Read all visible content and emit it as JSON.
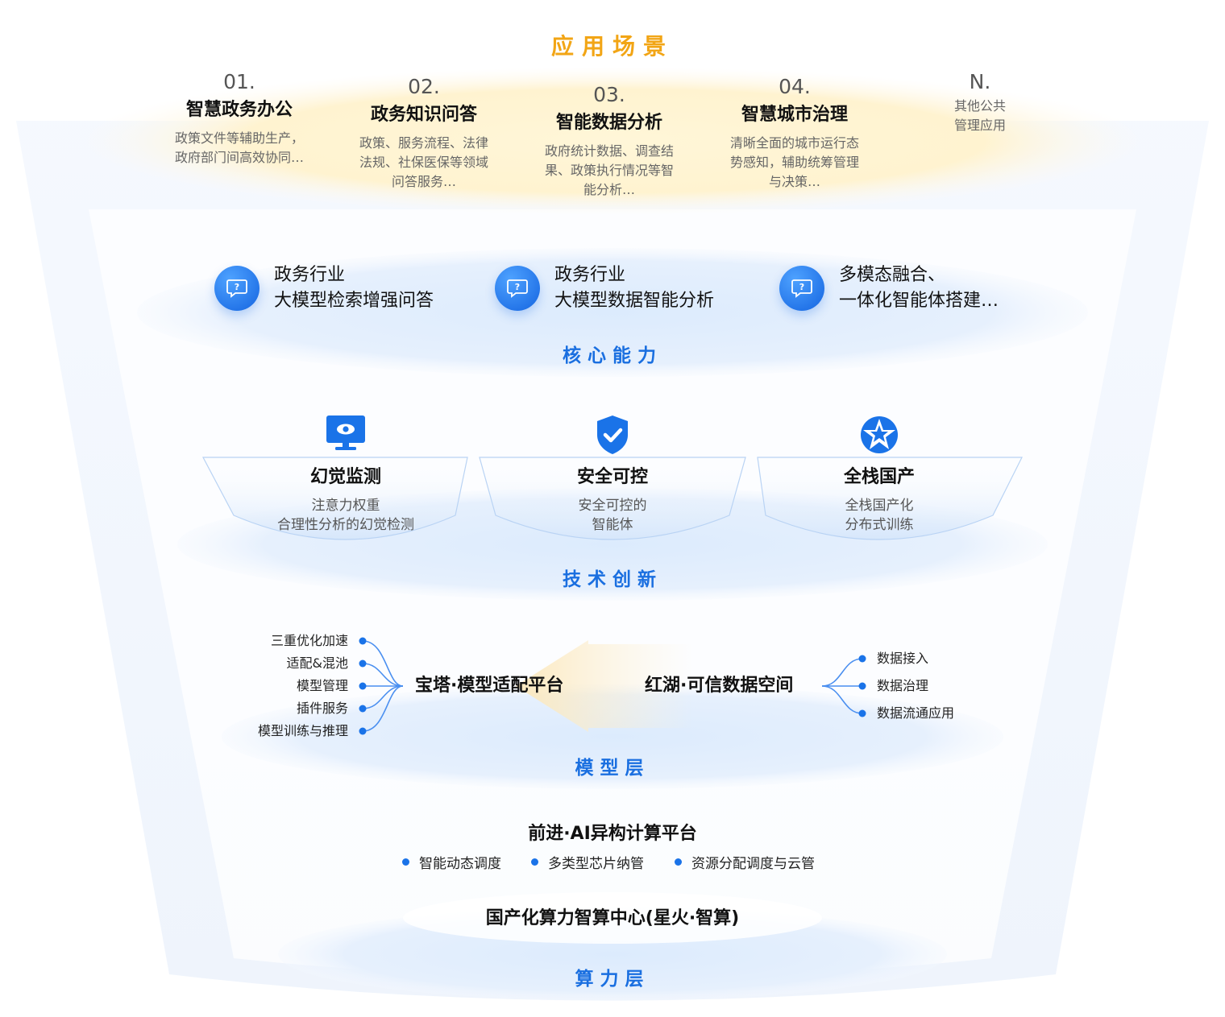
{
  "scenes": {
    "title": "应用场景",
    "items": [
      {
        "num": "01.",
        "title": "智慧政务办公",
        "desc": [
          "政策文件等辅助生产，",
          "政府部门间高效协同…"
        ]
      },
      {
        "num": "02.",
        "title": "政务知识问答",
        "desc": [
          "政策、服务流程、法律",
          "法规、社保医保等领域",
          "问答服务…"
        ]
      },
      {
        "num": "03.",
        "title": "智能数据分析",
        "desc": [
          "政府统计数据、调查结",
          "果、政策执行情况等智",
          "能分析…"
        ]
      },
      {
        "num": "04.",
        "title": "智慧城市治理",
        "desc": [
          "清晰全面的城市运行态",
          "势感知，辅助统筹管理",
          "与决策…"
        ]
      },
      {
        "num": "N.",
        "desc": [
          "其他公共",
          "管理应用"
        ]
      }
    ]
  },
  "core": {
    "title": "核心能力",
    "items": [
      {
        "line1": "政务行业",
        "line2": "大模型检索增强问答",
        "icon": "chat-question-icon"
      },
      {
        "line1": "政务行业",
        "line2": "大模型数据智能分析",
        "icon": "chat-question-icon"
      },
      {
        "line1": "多模态融合、",
        "line2": "一体化智能体搭建…",
        "icon": "chat-question-icon"
      }
    ]
  },
  "tech": {
    "title": "技术创新",
    "items": [
      {
        "title": "幻觉监测",
        "desc": [
          "注意力权重",
          "合理性分析的幻觉检测"
        ],
        "icon": "monitor-eye-icon"
      },
      {
        "title": "安全可控",
        "desc": [
          "安全可控的",
          "智能体"
        ],
        "icon": "shield-check-icon"
      },
      {
        "title": "全栈国产",
        "desc": [
          "全栈国产化",
          "分布式训练"
        ],
        "icon": "star-emblem-icon"
      }
    ]
  },
  "model": {
    "title": "模型层",
    "left_platform": "宝塔·模型适配平台",
    "left_items": [
      "三重优化加速",
      "适配&混池",
      "模型管理",
      "插件服务",
      "模型训练与推理"
    ],
    "right_platform": "红湖·可信数据空间",
    "right_items": [
      "数据接入",
      "数据治理",
      "数据流通应用"
    ]
  },
  "compute": {
    "title": "算力层",
    "platform": "前进·AI异构计算平台",
    "bullets": [
      "智能动态调度",
      "多类型芯片纳管",
      "资源分配调度与云管"
    ],
    "center": "国产化算力智算中心(星火·智算)"
  },
  "colors": {
    "accent_blue": "#1a6fe0",
    "title_gold": "#f2a515",
    "dot_blue": "#1a73e8"
  }
}
